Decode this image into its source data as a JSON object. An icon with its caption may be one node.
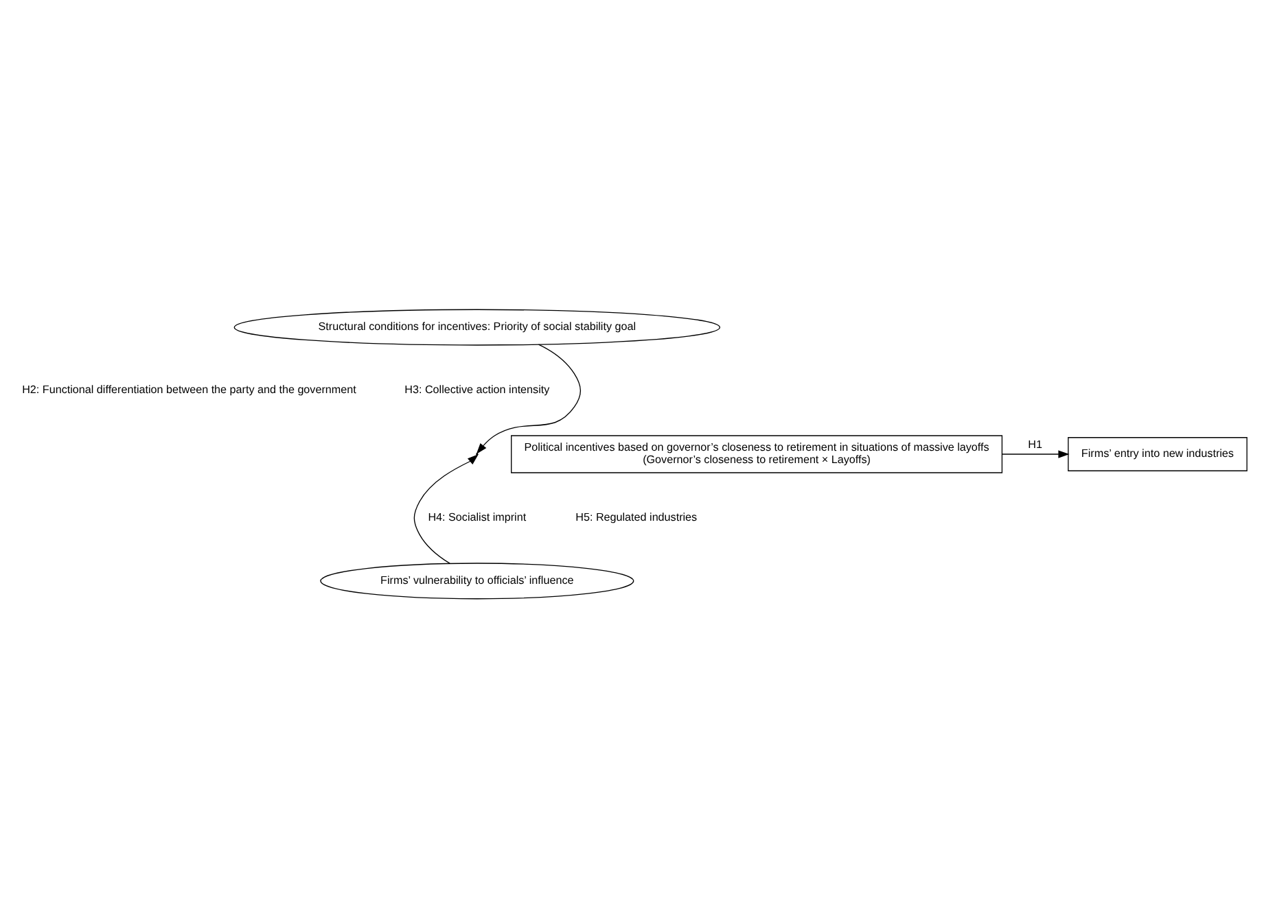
{
  "diagram": {
    "nodes": [
      {
        "text": [
          "Structural conditions for incentives: Priority of social stability goal"
        ]
      },
      {
        "text": [
          "Political incentives based on governor’s closeness to retirement in situations of massive layoffs",
          "(Governor’s closeness to retirement × Layoffs)"
        ]
      },
      {
        "text": [
          "Firms’ entry into new industries"
        ]
      },
      {
        "text": [
          "Firms’ vulnerability to officials’ influence"
        ]
      }
    ],
    "edges": [
      {
        "from": 1,
        "to": 2,
        "arrow": "to",
        "label": "H1"
      },
      {
        "from": 0,
        "to": null,
        "arrow": "to"
      },
      {
        "from": 3,
        "to": null,
        "arrow": "to"
      }
    ],
    "labels": [
      "H2: Functional differentiation between the party and the government",
      "H3: Collective action intensity",
      "H4: Socialist imprint",
      "H5: Regulated industries"
    ]
  }
}
